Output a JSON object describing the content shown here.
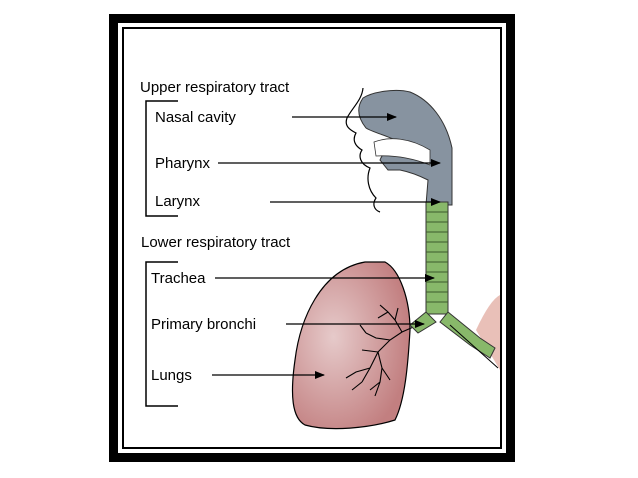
{
  "groups": {
    "upper": "Upper respiratory tract",
    "lower": "Lower respiratory tract"
  },
  "labels": {
    "nasal_cavity": "Nasal cavity",
    "pharynx": "Pharynx",
    "larynx": "Larynx",
    "trachea": "Trachea",
    "primary_bronchi": "Primary bronchi",
    "lungs": "Lungs"
  },
  "colors": {
    "airway_upper": "#8793a0",
    "trachea": "#88b86a",
    "lung_fill": "#c27f80",
    "lung_highlight": "#e2c3c3",
    "skin": "#e9c0b8",
    "frame": "#000000"
  }
}
